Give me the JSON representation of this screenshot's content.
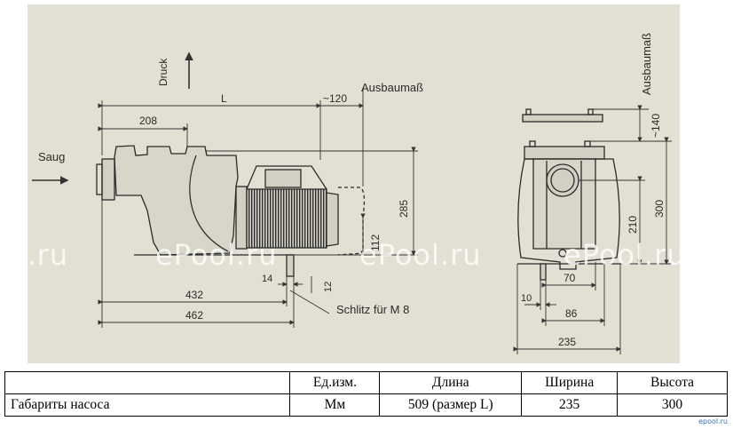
{
  "drawing": {
    "labels": {
      "druck": "Druck",
      "saug": "Saug",
      "L": "L",
      "ausbau_top": "Ausbaumaß",
      "ausbau_right": "Ausbaumaß",
      "schlitz": "Schlitz für M 8"
    },
    "dims": {
      "d208": "208",
      "d120": "~120",
      "d285": "285",
      "d112": "112",
      "d14": "14",
      "d12": "12",
      "d432": "432",
      "d462": "462",
      "d140": "~140",
      "d300": "300",
      "d210": "210",
      "d70": "70",
      "d10": "10",
      "d86": "86",
      "d235": "235"
    }
  },
  "watermarks": [
    "ol.ru",
    "ePool.ru",
    "ePool.ru",
    "ePool.ru"
  ],
  "table": {
    "headers": [
      "",
      "Ед.изм.",
      "Длина",
      "Ширина",
      "Высота"
    ],
    "rows": [
      [
        "Габариты насоса",
        "Мм",
        "509 (размер L)",
        "235",
        "300"
      ]
    ]
  },
  "corner_logo": "epool.ru"
}
